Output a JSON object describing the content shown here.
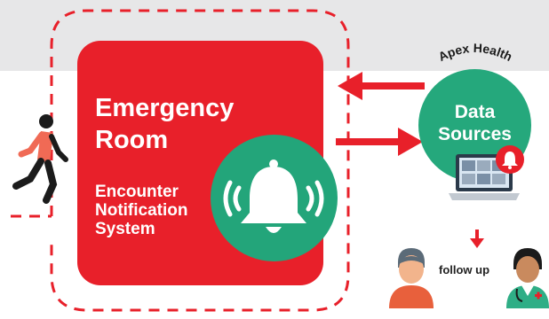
{
  "emergency_room": {
    "line1": "Emergency",
    "line2": "Room"
  },
  "notification_system": {
    "line1": "Encounter",
    "line2": "Notification",
    "line3": "System"
  },
  "data_sources": {
    "line1": "Data",
    "line2": "Sources"
  },
  "org_name": "Apex Health",
  "follow_up_label": "follow up",
  "colors": {
    "red": "#e8202a",
    "green": "#23a57a",
    "band_gray": "#e7e7e8",
    "dash_red": "#e8202a"
  },
  "icons": [
    "person-running-icon",
    "bell-icon",
    "laptop-icon",
    "alert-bell-icon",
    "patient-icon",
    "doctor-icon",
    "arrow-left-icon",
    "arrow-right-icon",
    "arrow-down-icon"
  ]
}
